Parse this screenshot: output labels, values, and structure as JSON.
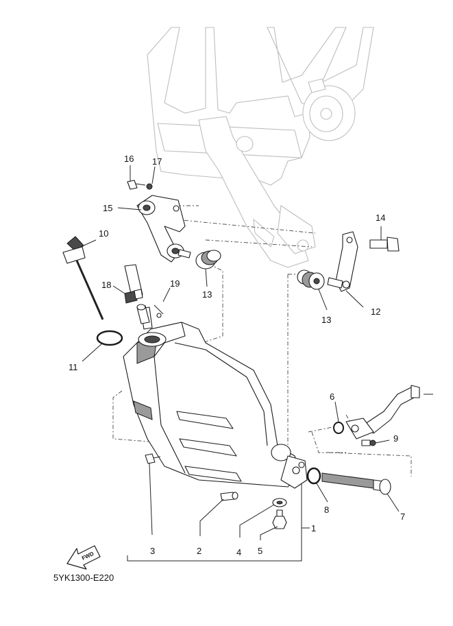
{
  "diagram_code": "5YK1300-E220",
  "fwd_label": "FWD",
  "callouts": {
    "p1": "1",
    "p2": "2",
    "p3": "3",
    "p4": "4",
    "p5": "5",
    "p6": "6",
    "p7": "7",
    "p8": "8",
    "p9": "9",
    "p10": "10",
    "p11": "11",
    "p12": "12",
    "p13a": "13",
    "p13b": "13",
    "p14": "14",
    "p15": "15",
    "p16": "16",
    "p17": "17",
    "p18": "18",
    "p19": "19"
  }
}
